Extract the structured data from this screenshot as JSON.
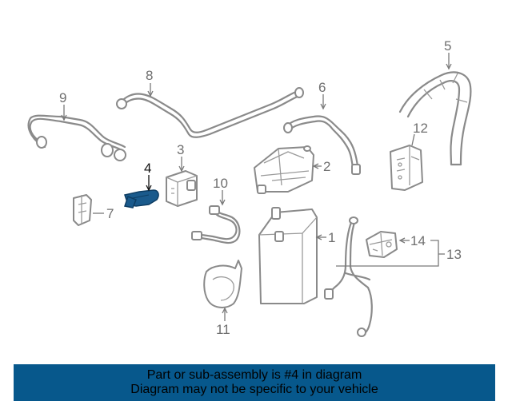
{
  "diagram": {
    "highlighted_part": "4",
    "callouts": [
      "1",
      "2",
      "3",
      "4",
      "5",
      "6",
      "7",
      "8",
      "9",
      "10",
      "11",
      "12",
      "13",
      "14"
    ],
    "colors": {
      "highlight": "#1a5a8c",
      "part_stroke": "#8a8a8a",
      "banner": "#07588c"
    }
  },
  "banner": {
    "line1": "Part or sub-assembly is #4 in diagram",
    "line2": "Diagram may not be specific to your vehicle"
  }
}
